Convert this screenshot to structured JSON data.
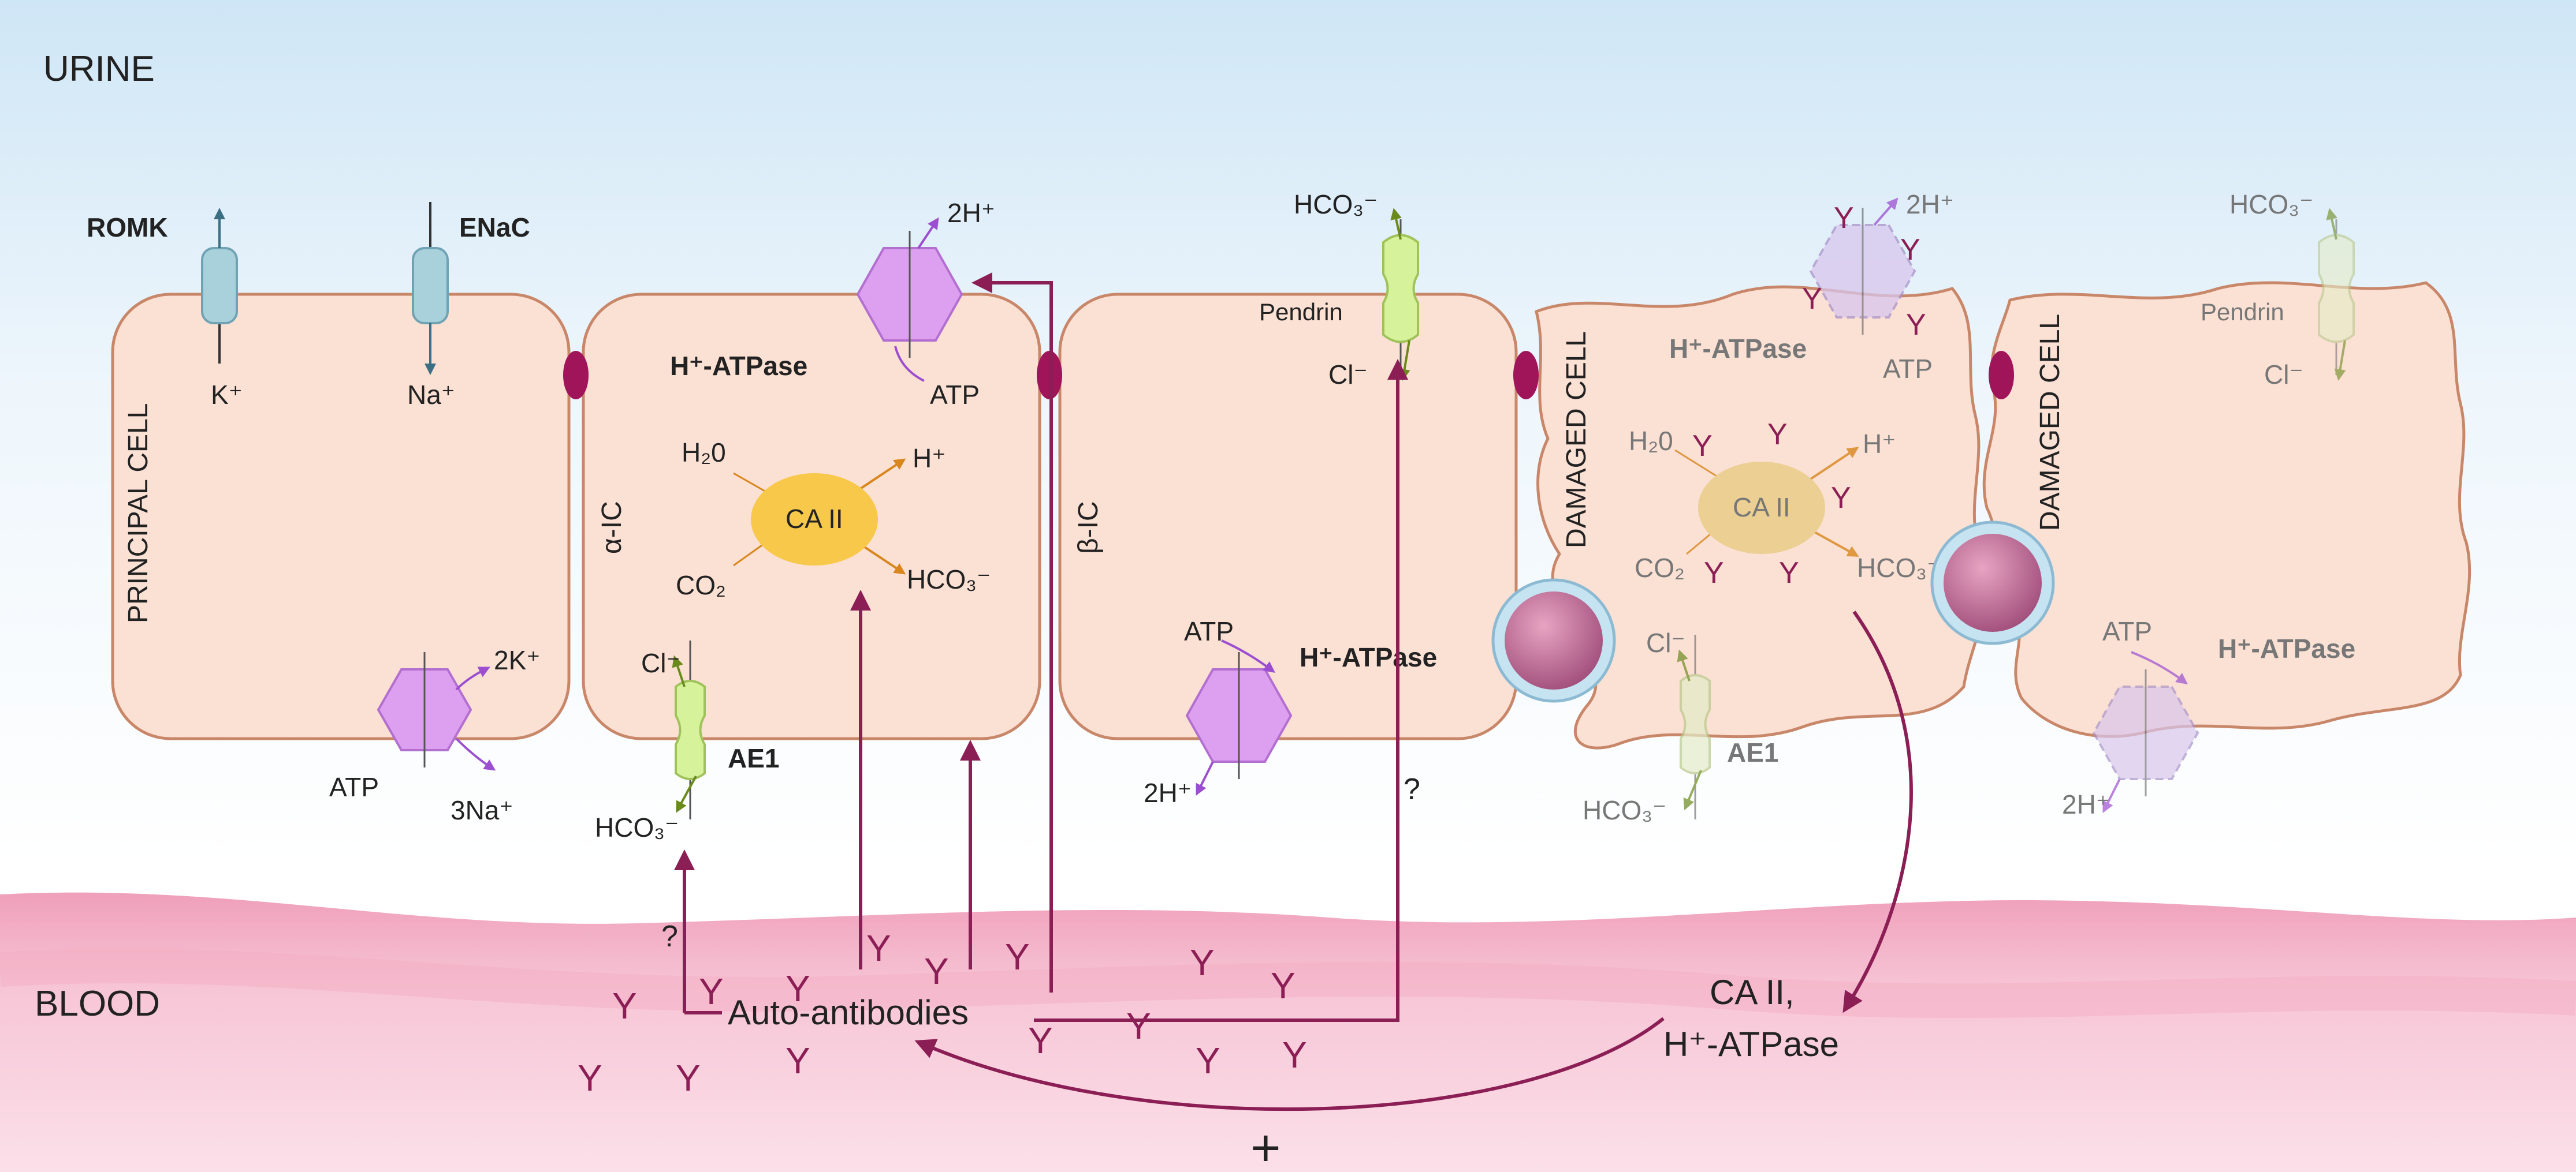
{
  "regions": {
    "urine": "URINE",
    "blood": "BLOOD"
  },
  "cells": {
    "principal": "PRINCIPAL CELL",
    "alpha_ic": "α-IC",
    "beta_ic": "β-IC",
    "damaged_1": "DAMAGED CELL",
    "damaged_2": "DAMAGED CELL"
  },
  "channels": {
    "romk": "ROMK",
    "enac": "ENaC",
    "pendrin": "Pendrin",
    "ae1": "AE1",
    "h_atpase": "H⁺-ATPase",
    "ca2": "CA II"
  },
  "ions": {
    "k": "K⁺",
    "na": "Na⁺",
    "two_k": "2K⁺",
    "three_na": "3Na⁺",
    "atp": "ATP",
    "two_h": "2H⁺",
    "h": "H⁺",
    "h2o": "H₂0",
    "co2": "CO₂",
    "hco3": "HCO₃⁻",
    "cl": "Cl⁻"
  },
  "blood_labels": {
    "auto_antibodies": "Auto-antibodies",
    "released_line1": "CA II,",
    "released_line2": "H⁺-ATPase",
    "question": "?",
    "plus": "+"
  },
  "colors": {
    "cell_fill": "#fbe0d4",
    "cell_stroke": "#c9876a",
    "tight_junction": "#a0155a",
    "antibody": "#8b1e55",
    "arrow": "#8b1e55",
    "pump": "#dd9ff0",
    "exchanger": "#d6f29a",
    "ca2": "#f7c84a",
    "channel": "#a9d1dc",
    "blood": "#f5bfd0",
    "urine_top": "#cfe6f6"
  }
}
